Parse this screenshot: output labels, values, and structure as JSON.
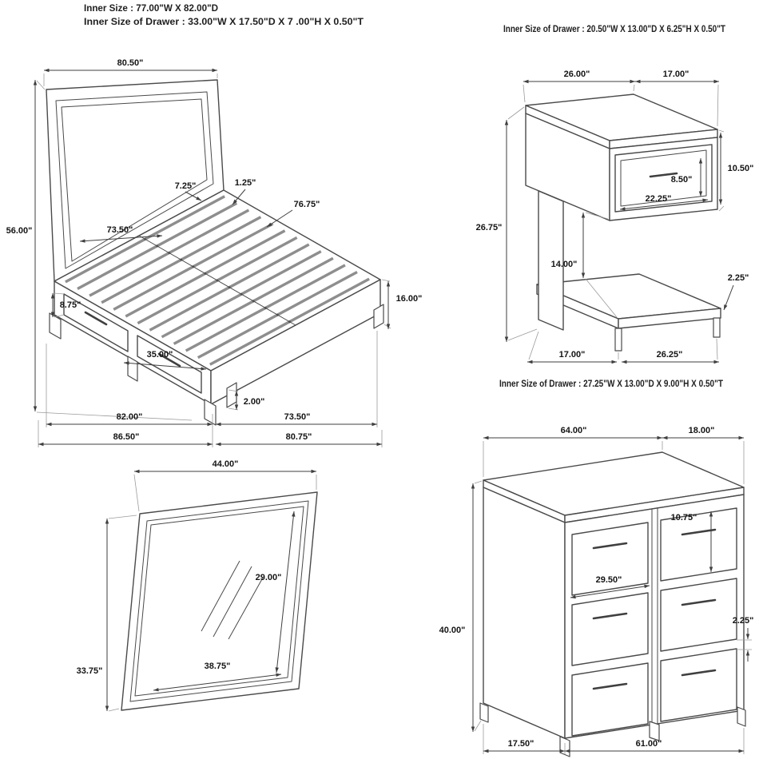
{
  "notes": {
    "bed_inner_size": "Inner Size : 77.00\"W X 82.00\"D",
    "bed_drawer_inner": "Inner Size of Drawer : 33.00\"W X 17.50\"D X 7 .00\"H X 0.50\"T",
    "nightstand_drawer_inner": "Inner Size of Drawer : 20.50\"W X 13.00\"D X 6.25\"H X 0.50\"T",
    "dresser_drawer_inner": "Inner Size of Drawer : 27.25\"W X 13.00\"D X 9.00\"H X 0.50\"T"
  },
  "bed": {
    "headboard_width": "80.50\"",
    "height": "56.00\"",
    "rail_width": "7.25\"",
    "slat_thickness": "1.25\"",
    "slat_length": "76.75\"",
    "headboard_inner_width": "73.50\"",
    "storage_drawer_height": "8.75\"",
    "footboard_height": "16.00\"",
    "storage_drawer_width": "35.00\"",
    "leg_height": "2.00\"",
    "inner_length": "82.00\"",
    "foot_inner_width": "73.50\"",
    "overall_length": "86.50\"",
    "overall_width": "80.75\""
  },
  "nightstand": {
    "top_width": "26.00\"",
    "top_depth": "17.00\"",
    "drawer_section_height": "10.50\"",
    "drawer_front_height": "8.50\"",
    "drawer_width": "22.25\"",
    "overall_height": "26.75\"",
    "open_space_height": "14.00\"",
    "shelf_thickness": "2.25\"",
    "base_depth": "17.00\"",
    "base_width": "26.25\""
  },
  "mirror": {
    "width": "44.00\"",
    "height": "33.75\"",
    "inner_height": "29.00\"",
    "inner_width": "38.75\""
  },
  "dresser": {
    "top_width": "64.00\"",
    "top_depth": "18.00\"",
    "drawer_height": "10.75\"",
    "drawer_width": "29.50\"",
    "height": "40.00\"",
    "rail_height": "2.25\"",
    "base_depth": "17.50\"",
    "base_width": "61.00\""
  }
}
